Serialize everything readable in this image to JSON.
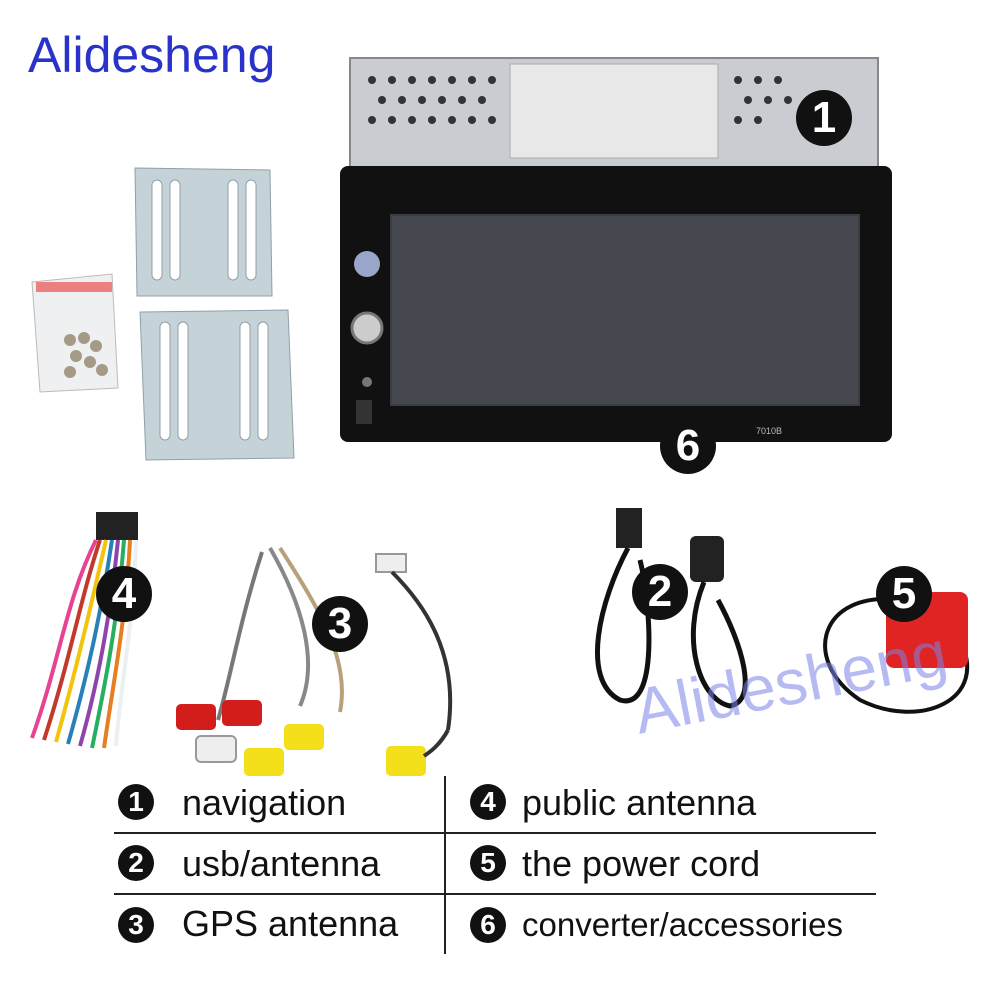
{
  "brand": {
    "name": "Alidesheng",
    "watermark": "Alidesheng",
    "color": "#2a33c9"
  },
  "badges": [
    "1",
    "2",
    "3",
    "4",
    "5",
    "6"
  ],
  "legend": {
    "left": [
      {
        "num": "1",
        "label": "navigation"
      },
      {
        "num": "2",
        "label": "usb/antenna"
      },
      {
        "num": "3",
        "label": "GPS antenna"
      }
    ],
    "right": [
      {
        "num": "4",
        "label": "public antenna"
      },
      {
        "num": "5",
        "label": "the power cord"
      },
      {
        "num": "6",
        "label": "converter/accessories"
      }
    ]
  },
  "device": {
    "model": "7010B"
  }
}
